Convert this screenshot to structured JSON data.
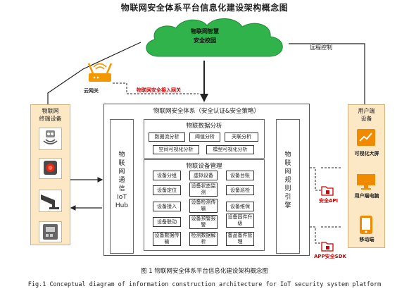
{
  "title": "物联网安全体系平台信息化建设架构概念图",
  "cloud": {
    "line1": "物联网智慧",
    "line2": "安全校园"
  },
  "remote_control": "远程控制",
  "router_label": "云网关",
  "gateway_link": "物联网安全接入网关",
  "left_column": {
    "line1": "物联网",
    "line2": "终端设备"
  },
  "right_column": {
    "line1": "用户端",
    "line2": "设备"
  },
  "main": {
    "title": "物联网安全体系（安全认证&安全策略）",
    "iot_hub": [
      "物",
      "联",
      "网",
      "通",
      "信",
      "IoT",
      "Hub"
    ],
    "rule_engine": [
      "物",
      "联",
      "网",
      "规",
      "则",
      "引",
      "擎"
    ],
    "analysis": {
      "title": "物联数据分析",
      "cells": [
        "数据流分析",
        "阈值分析",
        "关联分析",
        "空间可视化分析",
        "模型可视化分析"
      ]
    },
    "device_mgmt": {
      "title": "物联设备管理",
      "cells": [
        "设备分组",
        "虚拟设备",
        "设备台账",
        "设备定位",
        "设备状态监测",
        "设备巡检",
        "设备接入",
        "设备检测传输",
        "设备维保",
        "设备联动",
        "设备预警报警",
        "设备固件升级",
        "设备数据传输",
        "检测数据解析",
        "备品备件管理"
      ]
    }
  },
  "right_devices": [
    "可视化大屏",
    "用户端电脑",
    "移动端"
  ],
  "security_api": "安全API",
  "app_sdk": "APP安全SDK",
  "caption_zh": "图 1 物联网安全体系平台信息化建设架构概念图",
  "caption_en": "Fig.1 Conceptual diagram of information construction architecture for IoT security system platform",
  "colors": {
    "cloud": "#2fb34a",
    "router": "#f39800",
    "side_panel": "#fde8c6",
    "accent_red": "#d40000",
    "icon_orange": "#f08a00"
  }
}
